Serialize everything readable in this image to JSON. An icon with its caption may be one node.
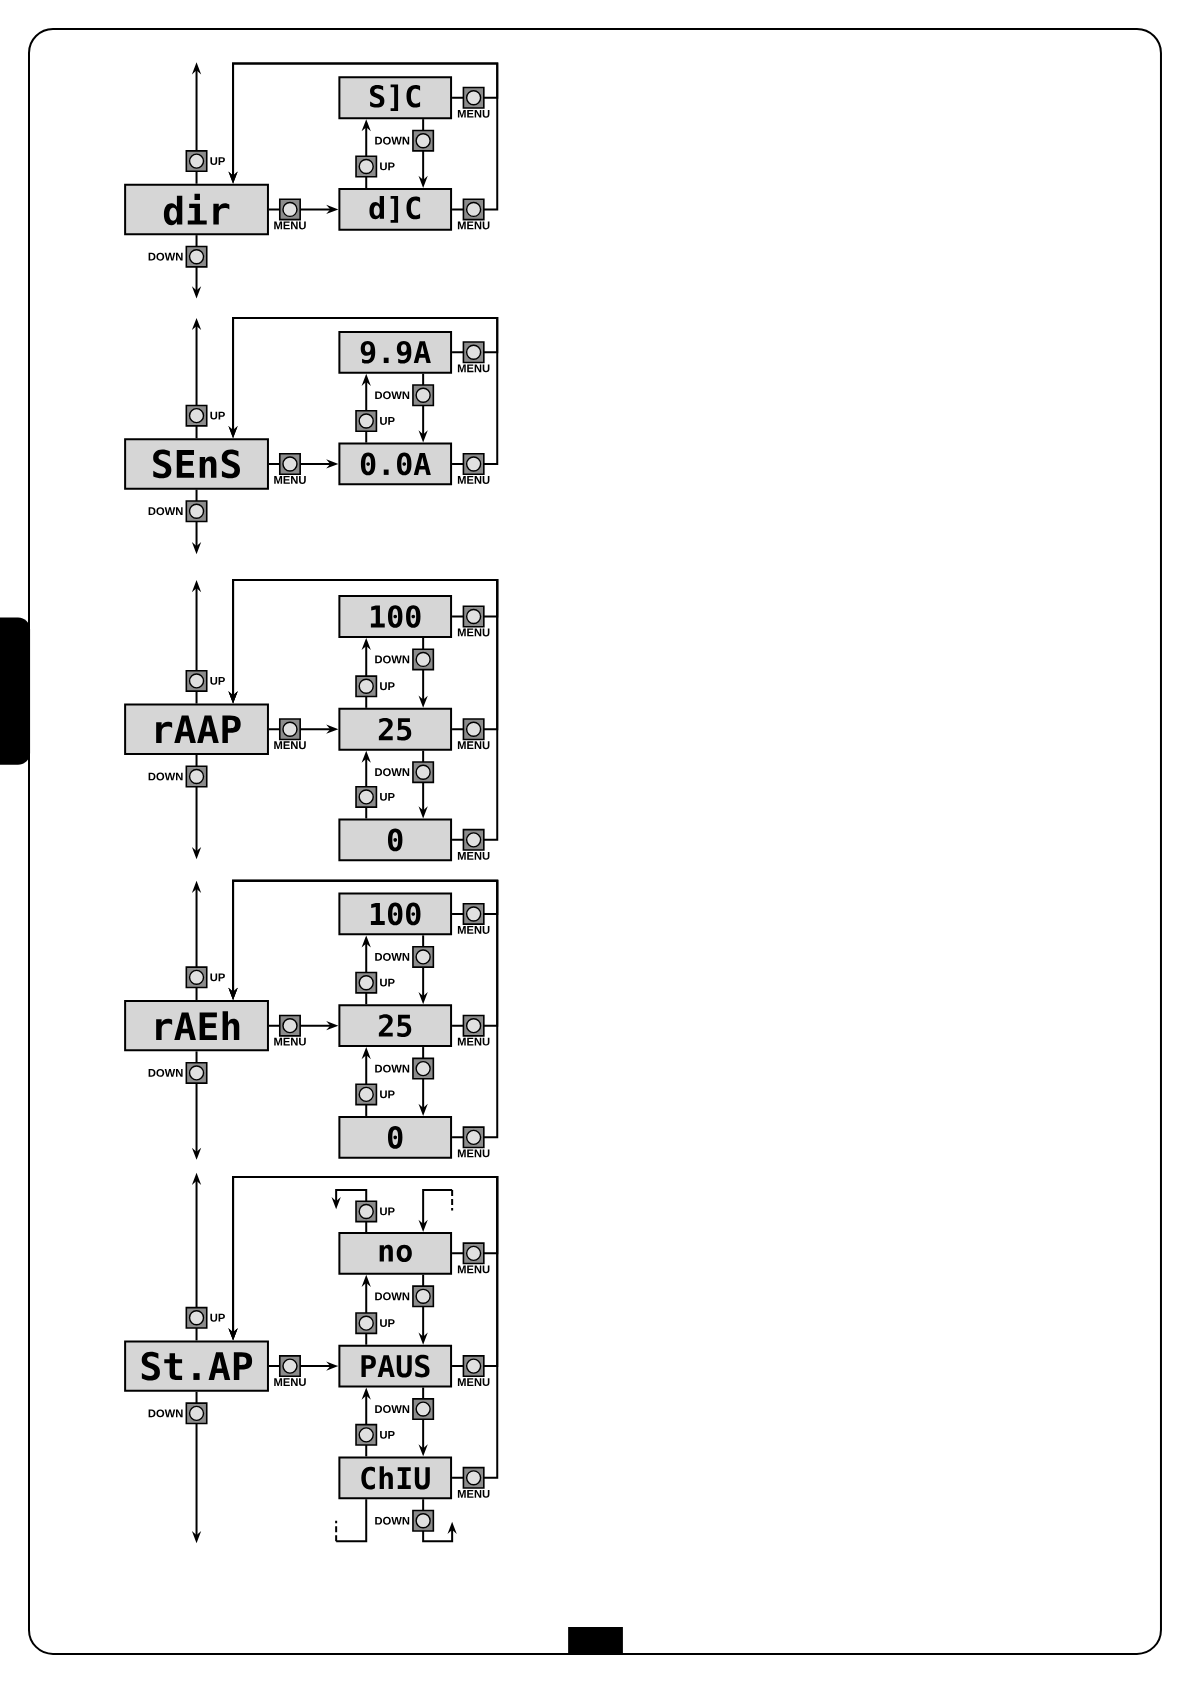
{
  "diagram": {
    "nodes": [
      {
        "text": [
          "dir"
        ]
      },
      {
        "text": [
          "S]C"
        ]
      },
      {
        "text": [
          "d]C"
        ]
      },
      {
        "text": [
          "SEnS"
        ]
      },
      {
        "text": [
          "9.9A"
        ]
      },
      {
        "text": [
          "0.0A"
        ]
      },
      {
        "text": [
          "rAAP"
        ]
      },
      {
        "text": [
          "100"
        ]
      },
      {
        "text": [
          "25"
        ]
      },
      {
        "text": [
          "0"
        ]
      },
      {
        "text": [
          "rAEh"
        ]
      },
      {
        "text": [
          "100"
        ]
      },
      {
        "text": [
          "25"
        ]
      },
      {
        "text": [
          "0"
        ]
      },
      {
        "text": [
          "St.AP"
        ]
      },
      {
        "text": [
          "no"
        ]
      },
      {
        "text": [
          "PAUS"
        ]
      },
      {
        "text": [
          "ChIU"
        ]
      }
    ],
    "edges": [
      {
        "from": 0,
        "to": null,
        "arrow": "to",
        "label": "UP"
      },
      {
        "from": 0,
        "to": null,
        "arrow": "to",
        "label": "DOWN"
      },
      {
        "from": 0,
        "to": 2,
        "arrow": "to",
        "label": "MENU"
      },
      {
        "from": 2,
        "to": 1,
        "arrow": "to",
        "label": "UP"
      },
      {
        "from": 1,
        "to": 2,
        "arrow": "to",
        "label": "DOWN"
      },
      {
        "from": 1,
        "to": 0,
        "arrow": "to",
        "label": "MENU"
      },
      {
        "from": 2,
        "to": 0,
        "arrow": "to",
        "label": "MENU"
      },
      {
        "from": 3,
        "to": null,
        "arrow": "to",
        "label": "UP"
      },
      {
        "from": 3,
        "to": null,
        "arrow": "to",
        "label": "DOWN"
      },
      {
        "from": 3,
        "to": 5,
        "arrow": "to",
        "label": "MENU"
      },
      {
        "from": 5,
        "to": 4,
        "arrow": "to",
        "label": "UP"
      },
      {
        "from": 4,
        "to": 5,
        "arrow": "to",
        "label": "DOWN"
      },
      {
        "from": 4,
        "to": 3,
        "arrow": "to",
        "label": "MENU"
      },
      {
        "from": 5,
        "to": 3,
        "arrow": "to",
        "label": "MENU"
      },
      {
        "from": 6,
        "to": null,
        "arrow": "to",
        "label": "UP"
      },
      {
        "from": 6,
        "to": null,
        "arrow": "to",
        "label": "DOWN"
      },
      {
        "from": 6,
        "to": 8,
        "arrow": "to",
        "label": "MENU"
      },
      {
        "from": 8,
        "to": 7,
        "arrow": "to",
        "label": "UP"
      },
      {
        "from": 7,
        "to": 8,
        "arrow": "to",
        "label": "DOWN"
      },
      {
        "from": 9,
        "to": 8,
        "arrow": "to",
        "label": "UP"
      },
      {
        "from": 8,
        "to": 9,
        "arrow": "to",
        "label": "DOWN"
      },
      {
        "from": 7,
        "to": 6,
        "arrow": "to",
        "label": "MENU"
      },
      {
        "from": 8,
        "to": 6,
        "arrow": "to",
        "label": "MENU"
      },
      {
        "from": 9,
        "to": 6,
        "arrow": "to",
        "label": "MENU"
      },
      {
        "from": 10,
        "to": null,
        "arrow": "to",
        "label": "UP"
      },
      {
        "from": 10,
        "to": null,
        "arrow": "to",
        "label": "DOWN"
      },
      {
        "from": 10,
        "to": 12,
        "arrow": "to",
        "label": "MENU"
      },
      {
        "from": 12,
        "to": 11,
        "arrow": "to",
        "label": "UP"
      },
      {
        "from": 11,
        "to": 12,
        "arrow": "to",
        "label": "DOWN"
      },
      {
        "from": 13,
        "to": 12,
        "arrow": "to",
        "label": "UP"
      },
      {
        "from": 12,
        "to": 13,
        "arrow": "to",
        "label": "DOWN"
      },
      {
        "from": 11,
        "to": 10,
        "arrow": "to",
        "label": "MENU"
      },
      {
        "from": 12,
        "to": 10,
        "arrow": "to",
        "label": "MENU"
      },
      {
        "from": 13,
        "to": 10,
        "arrow": "to",
        "label": "MENU"
      },
      {
        "from": 14,
        "to": null,
        "arrow": "to",
        "label": "UP"
      },
      {
        "from": 14,
        "to": null,
        "arrow": "to",
        "label": "DOWN"
      },
      {
        "from": 14,
        "to": 16,
        "arrow": "to",
        "label": "MENU"
      },
      {
        "from": 16,
        "to": 15,
        "arrow": "to",
        "label": "UP"
      },
      {
        "from": 15,
        "to": 16,
        "arrow": "to",
        "label": "DOWN"
      },
      {
        "from": 17,
        "to": 16,
        "arrow": "to",
        "label": "UP"
      },
      {
        "from": 16,
        "to": 17,
        "arrow": "to",
        "label": "DOWN"
      },
      {
        "from": 15,
        "to": 14,
        "arrow": "to",
        "label": "MENU"
      },
      {
        "from": 16,
        "to": 14,
        "arrow": "to",
        "label": "MENU"
      },
      {
        "from": 17,
        "to": 14,
        "arrow": "to",
        "label": "MENU"
      },
      {
        "from": 15,
        "to": null,
        "arrow": "to",
        "label": "UP"
      },
      {
        "from": null,
        "to": 15,
        "arrow": "to"
      },
      {
        "from": 17,
        "to": null,
        "arrow": "to",
        "label": "DOWN"
      },
      {
        "from": 17,
        "to": null,
        "arrow": "none"
      }
    ]
  }
}
